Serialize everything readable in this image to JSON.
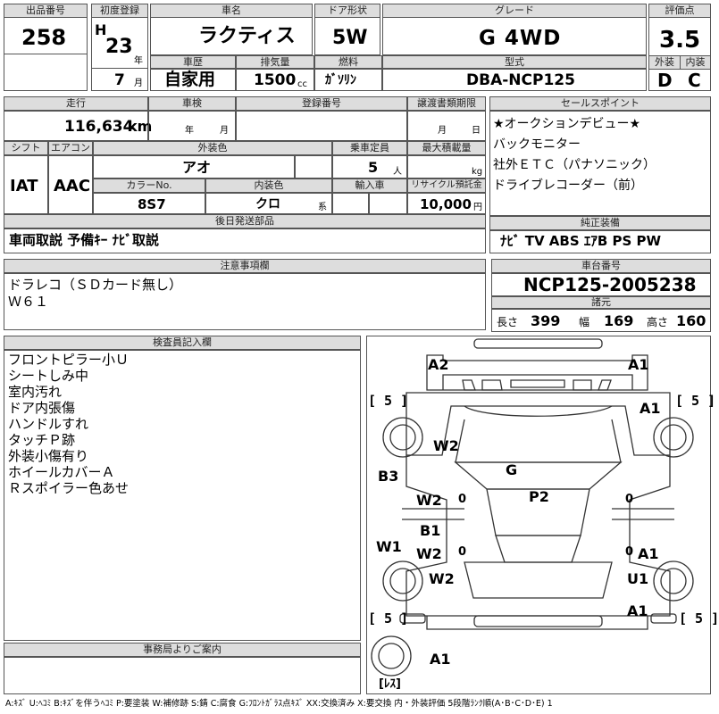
{
  "header": {
    "lot_label": "出品番号",
    "lot_value": "258",
    "reg_label": "初度登録",
    "era": "H",
    "year": "23",
    "year_unit": "年",
    "month": "7",
    "month_unit": "月",
    "name_label": "車名",
    "name_value": "ラクティス",
    "door_label": "ドア形状",
    "door_value": "5W",
    "grade_label": "グレード",
    "grade_value": "G 4WD",
    "score_label": "評価点",
    "score_value": "3.5",
    "ext_label": "外装",
    "ext_value": "D",
    "int_label": "内装",
    "int_value": "C",
    "history_label": "車歴",
    "history_value": "自家用",
    "displacement_label": "排気量",
    "displacement_value": "1500",
    "displacement_unit": "cc",
    "fuel_label": "燃料",
    "fuel_value": "ｶﾞｿﾘﾝ",
    "model_label": "型式",
    "model_value": "DBA-NCP125"
  },
  "row2": {
    "mileage_label": "走行",
    "mileage_value": "116,634",
    "mileage_unit": "km",
    "inspection_label": "車検",
    "insp_year_unit": "年",
    "insp_month_unit": "月",
    "plate_label": "登録番号",
    "deadline_label": "譲渡書類期限",
    "dl_month_unit": "月",
    "dl_day_unit": "日",
    "shift_label": "シフト",
    "shift_value": "IAT",
    "ac_label": "エアコン",
    "ac_value": "AAC",
    "color_label": "外装色",
    "color_value": "アオ",
    "capacity_label": "乗車定員",
    "capacity_value": "5",
    "capacity_unit": "人",
    "load_label": "最大積載量",
    "load_unit": "kg",
    "color_no_label": "カラーNo.",
    "color_no_value": "8S7",
    "interior_label": "内装色",
    "interior_value": "クロ",
    "interior_unit": "系",
    "import_label": "輸入車",
    "recycle_label": "リサイクル預託金",
    "recycle_value": "10,000",
    "recycle_unit": "円",
    "later_label": "後日発送部品",
    "later_value": "車両取説 予備ｷｰ ﾅﾋﾞ取説"
  },
  "sales": {
    "label": "セールスポイント",
    "lines": [
      "★オークションデビュー★",
      "バックモニター",
      "社外ＥＴＣ（パナソニック）",
      "ドライブレコーダー（前）"
    ],
    "equip_label": "純正装備",
    "equip_value": "ﾅﾋﾞ TV ABS ｴｱB PS PW"
  },
  "notes": {
    "label": "注意事項欄",
    "lines": [
      "ドラレコ（ＳＤカード無し）",
      "Ｗ６１"
    ]
  },
  "chassis": {
    "label": "車台番号",
    "value": "NCP125-2005238",
    "spec_label": "諸元",
    "length_label": "長さ",
    "length_value": "399",
    "width_label": "幅",
    "width_value": "169",
    "height_label": "高さ",
    "height_value": "160"
  },
  "inspector": {
    "label": "検査員記入欄",
    "lines": [
      "フロントピラー小Ｕ",
      "シートしみ中",
      "室内汚れ",
      "ドア内張傷",
      "ハンドルすれ",
      "タッチＰ跡",
      "外装小傷有り",
      "ホイールカバーＡ",
      "Ｒスポイラー色あせ"
    ]
  },
  "office": {
    "label": "事務局よりご案内"
  },
  "legend": "A:ｷｽﾞ U:ﾍｺﾐ B:ｷｽﾞを伴うﾍｺﾐ P:要塗装 W:補修跡 S:錆 C:腐食 G:ﾌﾛﾝﾄｶﾞﾗｽ点ｷｽﾞ XX:交換済み X:要交換 内・外装評価 5段階ﾗﾝｸ順(A･B･C･D･E) 1",
  "diagram": {
    "marks": {
      "a2": "A2",
      "a1_top": "A1",
      "a1_fr": "A1",
      "w2_hood": "W2",
      "g": "G",
      "b3": "B3",
      "w2_fd": "W2",
      "p2": "P2",
      "b1": "B1",
      "w2_rd": "W2",
      "a1_rd": "A1",
      "w1": "W1",
      "w2_rq": "W2",
      "u1": "U1",
      "a1_rq": "A1",
      "a1_bottom": "A1"
    },
    "zeros": [
      "0",
      "0",
      "0",
      "0"
    ],
    "tire_fl": "[ 5 ]",
    "tire_fr": "[ 5 ]",
    "tire_rl": "[ 5 ]",
    "tire_rr": "[ 5 ]",
    "spare": "[ﾚｽ]"
  }
}
